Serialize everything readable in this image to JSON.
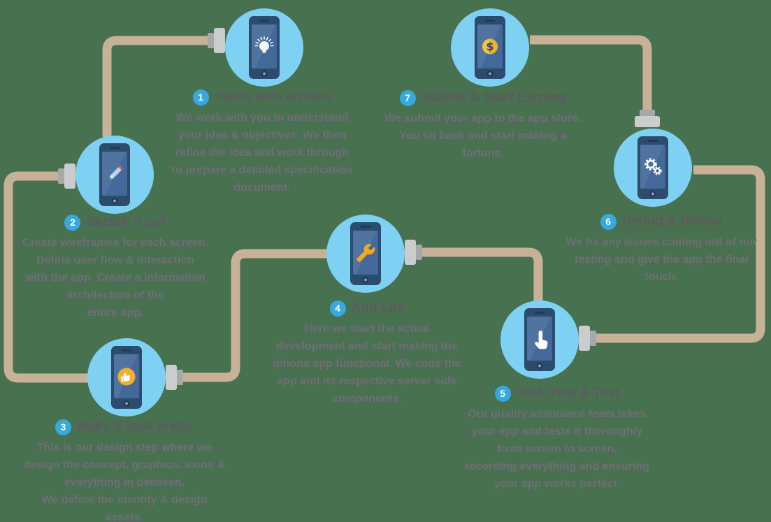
{
  "infographic": {
    "subject": "iphone app development process",
    "background_color": "#47714F",
    "accent_colors": {
      "node_circle_blue": "#7ED1F2",
      "phone_body_navy": "#2B4C6D",
      "phone_screen_blue": "#46699B",
      "cable_tan": "#C7B298",
      "plug_body_gray": "#CBCCCE",
      "plug_collar_gray": "#A7A8AA",
      "badge_blue": "#36A9DE",
      "title_text_gray": "#5D5A62",
      "body_text_gray": "#716D78",
      "wrench_orange": "#F5A623",
      "coin_yellow": "#F7C33F",
      "pencil_eraser_red": "#E2574C",
      "thumb_badge_orange": "#F3AE2E",
      "icon_white": "#FFFFFF"
    }
  },
  "steps": [
    {
      "number": "1",
      "title": "Starts with an Idea",
      "icon": "lightbulb-icon",
      "lines": [
        "We work with you to understand",
        "your idea & objectives. We then",
        "refine the idea and work through",
        "to prepare a detailed specification",
        "document."
      ]
    },
    {
      "number": "2",
      "title": "Sketch it out",
      "icon": "pencil-icon",
      "lines": [
        "Create wireframes for each screen.",
        "Define user flow & interaction",
        "with the app. Create a information",
        "architecture of the",
        "entire app."
      ]
    },
    {
      "number": "3",
      "title": "Make it look pretty",
      "icon": "thumbs-up-icon",
      "lines": [
        "This is our design step where we",
        "design the concept, graphics, icons &",
        "everything in between.",
        "We define the identity & design",
        "assets."
      ]
    },
    {
      "number": "4",
      "title": "Add Life",
      "icon": "wrench-icon",
      "lines": [
        "Here we start the actual",
        "development and start making the",
        "iphone app functional. We code the",
        "app and its respective server side",
        "components."
      ]
    },
    {
      "number": "5",
      "title": "Test, Test & Test",
      "icon": "tap-hand-icon",
      "lines": [
        "Our quality assurance team takes",
        "your app and tests it thoroughly",
        "from screen to screen,",
        "recording everything and ensuring",
        "your app works perfect."
      ]
    },
    {
      "number": "6",
      "title": "Debug & Revise",
      "icon": "gears-icon",
      "lines": [
        "We fix any issues coming out of our",
        "testing and give the app the final",
        "touch."
      ]
    },
    {
      "number": "7",
      "title": "Submit & Start Earning",
      "icon": "dollar-coin-icon",
      "lines": [
        "We submit your app to the app store.",
        "You sit back and start making a",
        "fortune."
      ]
    }
  ]
}
